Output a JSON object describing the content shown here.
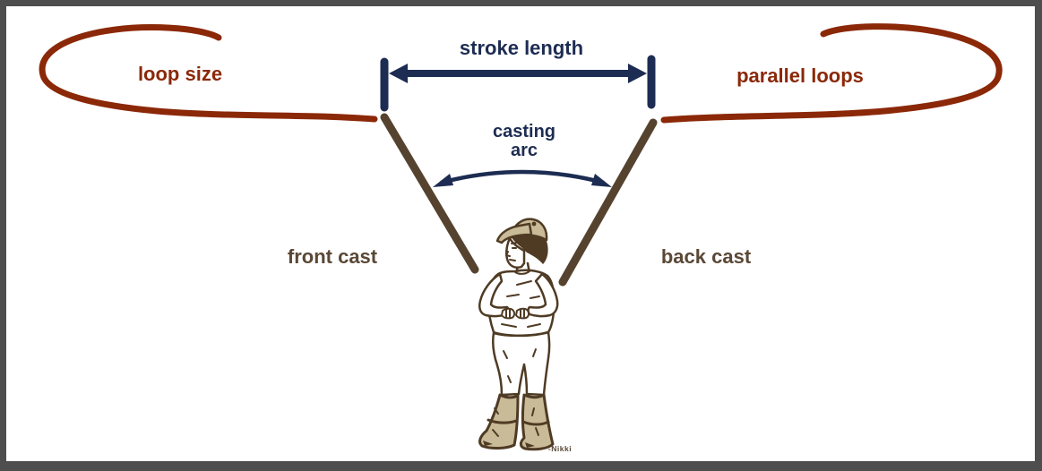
{
  "labels": {
    "loop_size": "loop size",
    "stroke_length": "stroke length",
    "parallel_loops": "parallel loops",
    "casting_arc_line1": "casting",
    "casting_arc_line2": "arc",
    "front_cast": "front cast",
    "back_cast": "back cast",
    "signature": "-Nikki"
  },
  "colors": {
    "loop_red": "#8B2808",
    "navy": "#1D2C52",
    "text_brown": "#5A4836",
    "rod_brown": "#56432F",
    "figure_outline": "#4F3B24",
    "tan": "#C9BA98",
    "frame_gray": "#4E4E4E",
    "background": "#FFFFFF"
  }
}
